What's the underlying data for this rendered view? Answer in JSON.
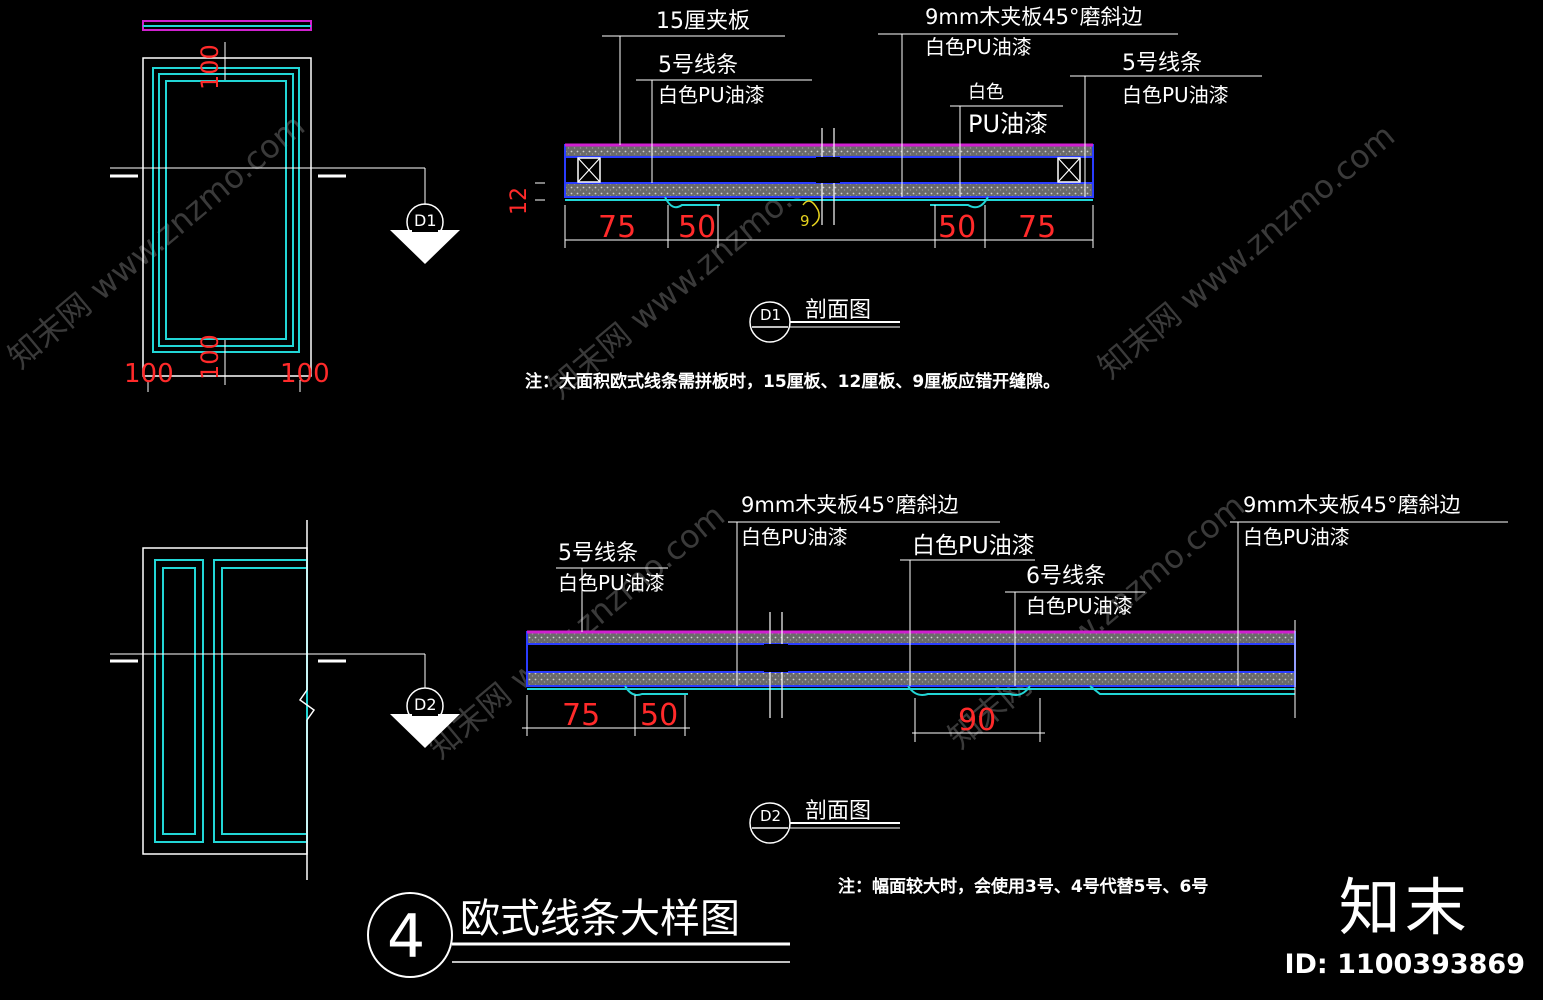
{
  "labels": {
    "d1_plywood": "15厘夹板",
    "d1_moulding_left": "5号线条",
    "d1_pu_left": "白色PU油漆",
    "d1_bevel": "9mm木夹板45°磨斜边",
    "d1_pu_bevel": "白色PU油漆",
    "d1_moulding_right": "5号线条",
    "d1_pu_right": "白色PU油漆",
    "d1_white": "白色",
    "d1_pu_paint": "PU油漆",
    "d2_moulding_left": "5号线条",
    "d2_pu_left": "白色PU油漆",
    "d2_bevel_left": "9mm木夹板45°磨斜边",
    "d2_pu_bevel_left": "白色PU油漆",
    "d2_pu_mid": "白色PU油漆",
    "d2_moulding_6": "6号线条",
    "d2_pu_6": "白色PU油漆",
    "d2_bevel_right": "9mm木夹板45°磨斜边",
    "d2_pu_bevel_right": "白色PU油漆"
  },
  "dimensions": {
    "elev1_top": "100",
    "elev1_bottom": "100",
    "elev1_left": "100",
    "elev1_right": "100",
    "d1_thickness": "12",
    "d1_a": "75",
    "d1_b": "50",
    "d1_c": "50",
    "d1_d": "75",
    "d1_small": "9",
    "d2_a": "75",
    "d2_b": "50",
    "d2_c": "90"
  },
  "sections": {
    "d1_tag": "D1",
    "d1_title": "剖面图",
    "d2_tag": "D2",
    "d2_title": "剖面图"
  },
  "notes": {
    "d1": "注：大面积欧式线条需拼板时，15厘板、12厘板、9厘板应错开缝隙。",
    "d2": "注：幅面较大时，会使用3号、4号代替5号、6号"
  },
  "drawing_title": {
    "number": "4",
    "text": "欧式线条大样图"
  },
  "watermark": {
    "text": "知末网 www.znzmo.com",
    "brand": "知末",
    "id": "ID: 1100393869"
  },
  "colors": {
    "background": "#000000",
    "linework": "#ffffff",
    "cyan": "#22d6d6",
    "dimension": "#ff2a2a",
    "blue": "#2a3cff",
    "magenta": "#d020d0",
    "yellow": "#e6d21e"
  }
}
